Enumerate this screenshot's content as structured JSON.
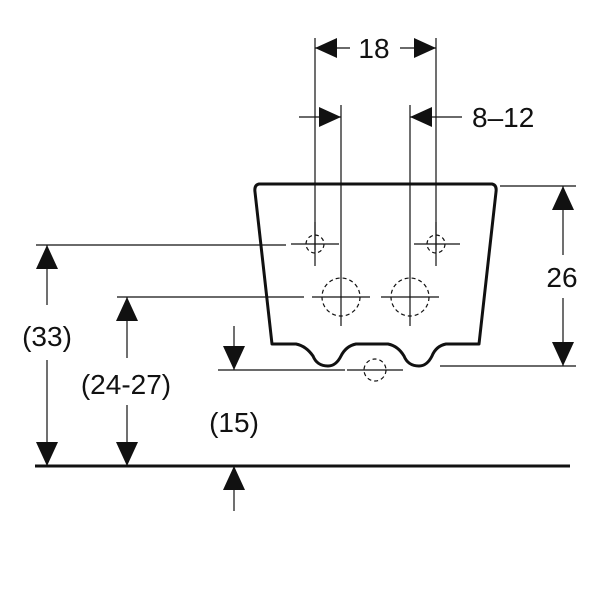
{
  "dimensions": {
    "fixing_spacing": "18",
    "fixing_adjust": "8–12",
    "bowl_height": "26",
    "rim_height": "(33)",
    "connection_height": "(24-27)",
    "floor_clearance": "(15)"
  }
}
